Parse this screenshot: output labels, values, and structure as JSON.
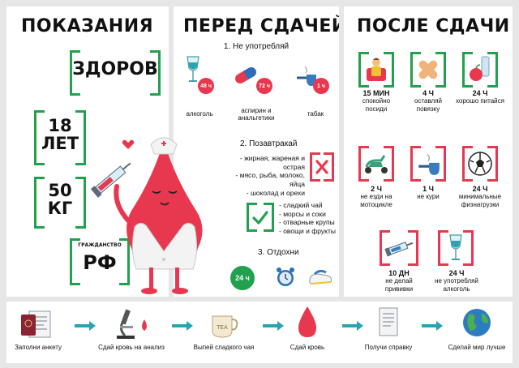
{
  "left": {
    "title": "ПОКАЗАНИЯ",
    "healthy": "ЗДОРОВ",
    "age_num": "18",
    "age_unit": "ЛЕТ",
    "weight_num": "50",
    "weight_unit": "КГ",
    "citizenship_label": "ГРАЖДАНСТВО",
    "citizenship_value": "РФ"
  },
  "middle": {
    "title": "ПЕРЕД СДАЧЕЙ",
    "section1": "1. Не употребляй",
    "items": [
      {
        "badge": "48 ч",
        "label": "алкоголь",
        "icon": "wine-glass-icon"
      },
      {
        "badge": "72 ч",
        "label": "аспирин и анальгетики",
        "icon": "pill-icon"
      },
      {
        "badge": "1 ч",
        "label": "табак",
        "icon": "pipe-icon"
      }
    ],
    "section2": "2. Позавтракай",
    "avoid_list": [
      "- жирная, жареная и острая",
      "- мясо, рыба, молоко, яйца",
      "- шоколад и орехи"
    ],
    "allow_list": [
      "- сладкий чай",
      "- морсы и соки",
      "- отварные крупы",
      "- овощи и фрукты"
    ],
    "section3": "3. Отдохни",
    "rest_badge": "24 ч",
    "colors": {
      "accent": "#e8384f",
      "green": "#21a04e"
    }
  },
  "right": {
    "title": "ПОСЛЕ СДАЧИ",
    "items": [
      {
        "bold": "15 МИН",
        "text": "спокойно посиди",
        "icon": "sitting-person-icon",
        "frame": "green"
      },
      {
        "bold": "4 Ч",
        "text": "оставляй повязку",
        "icon": "bandage-icon",
        "frame": "green"
      },
      {
        "bold": "24 Ч",
        "text": "хорошо питайся",
        "icon": "food-icon",
        "frame": "green"
      },
      {
        "bold": "2 Ч",
        "text": "не езди на мотоцикле",
        "icon": "scooter-icon",
        "frame": "red"
      },
      {
        "bold": "1 Ч",
        "text": "не кури",
        "icon": "pipe-icon",
        "frame": "red"
      },
      {
        "bold": "24 Ч",
        "text": "минимальные физнагрузки",
        "icon": "soccer-ball-icon",
        "frame": "red"
      },
      {
        "bold": "10 ДН",
        "text": "не делай прививки",
        "icon": "syringe-icon",
        "frame": "red"
      },
      {
        "bold": "24 Ч",
        "text": "не употребляй алкоголь",
        "icon": "wine-glass-icon",
        "frame": "red"
      }
    ]
  },
  "steps": [
    {
      "label": "Заполни анкету",
      "icon": "passport-form-icon"
    },
    {
      "label": "Сдай кровь на анализ",
      "icon": "microscope-icon"
    },
    {
      "label": "Выпей сладкого чая",
      "icon": "tea-cup-icon",
      "cup_text": "TEA"
    },
    {
      "label": "Сдай кровь",
      "icon": "blood-drop-icon"
    },
    {
      "label": "Получи справку",
      "icon": "certificate-icon"
    },
    {
      "label": "Сделай мир лучше",
      "icon": "globe-icon"
    }
  ]
}
